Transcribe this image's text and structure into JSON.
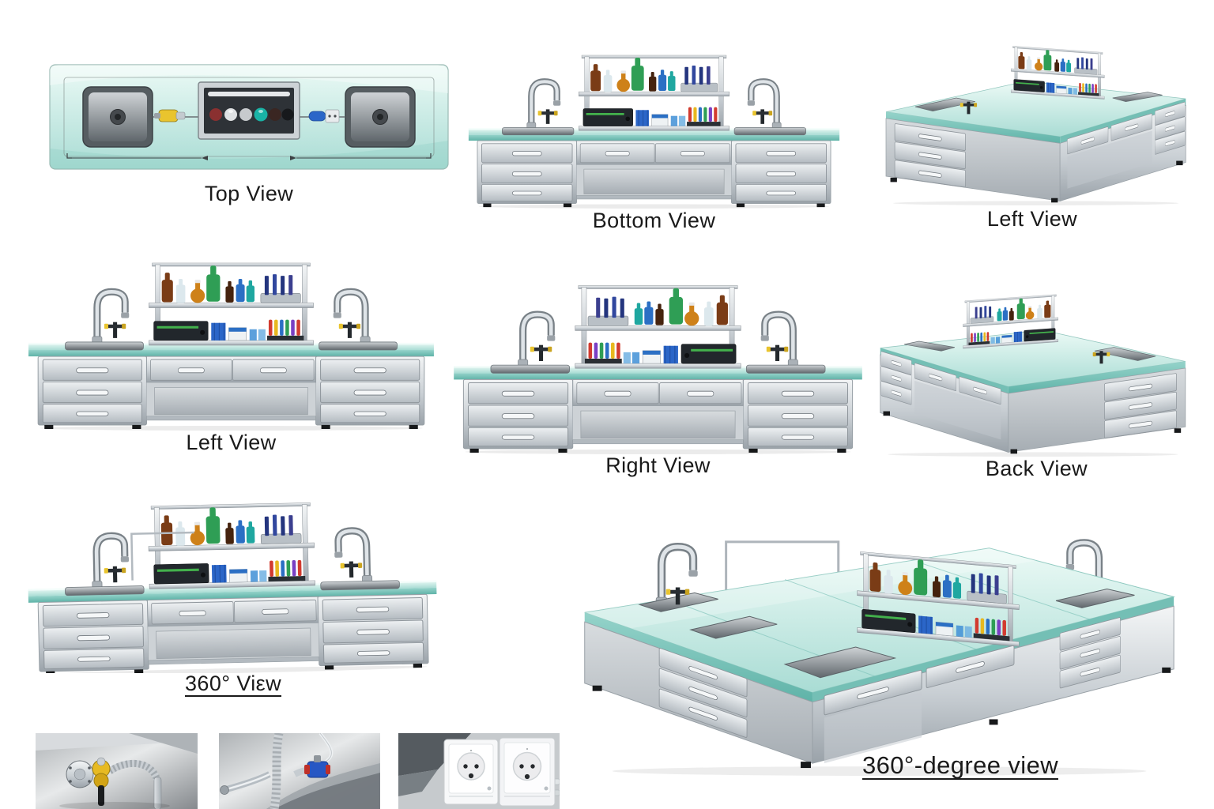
{
  "sheet": {
    "background": "#ffffff",
    "views": [
      {
        "id": "top",
        "label": "Top View",
        "underlined": false
      },
      {
        "id": "bottom",
        "label": "Bottom View",
        "underlined": false
      },
      {
        "id": "left-angled",
        "label": "Left View",
        "underlined": false
      },
      {
        "id": "left-front",
        "label": "Left View",
        "underlined": false
      },
      {
        "id": "right",
        "label": "Right View",
        "underlined": false
      },
      {
        "id": "back",
        "label": "Back View",
        "underlined": false
      },
      {
        "id": "deg360-small",
        "label": "360° Viεw",
        "underlined": true
      },
      {
        "id": "deg360-large",
        "label": "360°-degree view",
        "underlined": true
      }
    ],
    "detail_photos": [
      {
        "id": "gas-valve",
        "name": "under-bench-gas-valve-photo"
      },
      {
        "id": "plumbing-valve",
        "name": "under-sink-plumbing-photo"
      },
      {
        "id": "power-outlets",
        "name": "double-power-outlet-photo"
      }
    ],
    "colors": {
      "label_text": "#1a1a1a",
      "glass_top": "#bfe7e1",
      "glass_edge": "#6ab7ad",
      "stainless": "#c9cfd4",
      "accent_yellow": "#e9c42e",
      "accent_blue": "#2b66c8",
      "bottle_green": "#2f9e55",
      "bottle_brown": "#7a3c16",
      "bottle_teal": "#1fa7a0",
      "bottle_red": "#d23b2f",
      "instrument_green": "#43b14c"
    }
  }
}
